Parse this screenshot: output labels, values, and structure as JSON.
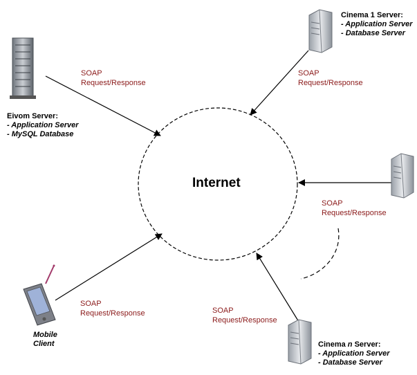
{
  "internet": {
    "label": "Internet"
  },
  "soap": {
    "line1": "SOAP",
    "line2": "Request/Response"
  },
  "eivom": {
    "title": "Eivom Server:",
    "items": [
      "- Application Server",
      "- MySQL Database"
    ]
  },
  "cinema1": {
    "title_prefix": "Cinema ",
    "title_number": "1",
    "title_suffix": " Server:",
    "items": [
      "- Application Server",
      "- Database Server"
    ]
  },
  "cinema_n": {
    "title_prefix": "Cinema ",
    "title_number": "n",
    "title_suffix": " Server:",
    "items": [
      "- Application Server",
      "- Database Server"
    ]
  },
  "mobile": {
    "line1": "Mobile",
    "line2": "Client"
  },
  "colors": {
    "soap_text": "#8b1a1a",
    "arrow": "#000000"
  }
}
